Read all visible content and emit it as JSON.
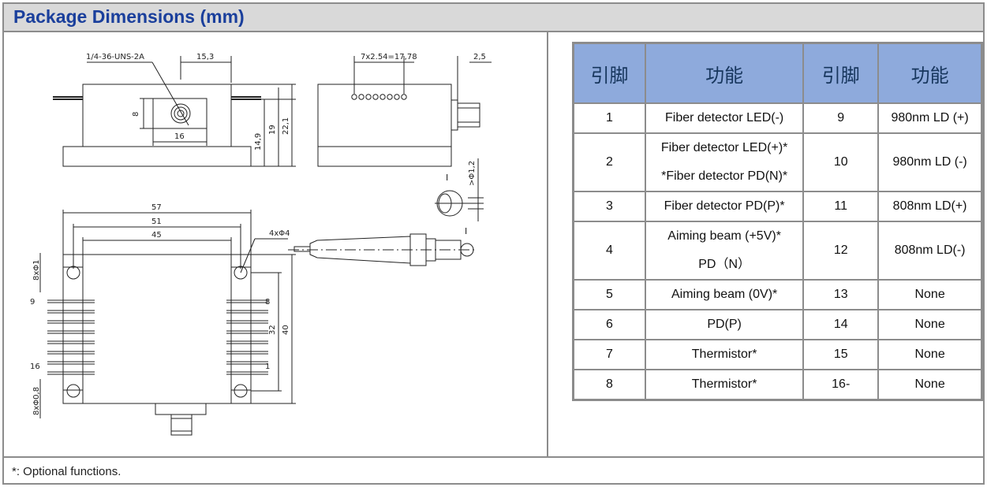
{
  "title": "Package Dimensions (mm)",
  "footnote": "*: Optional functions.",
  "table": {
    "headers": [
      "引脚",
      "功能",
      "引脚",
      "功能"
    ],
    "rows": [
      {
        "pin_a": "1",
        "func_a": "Fiber detector LED(-)",
        "pin_b": "9",
        "func_b": "980nm LD (+)"
      },
      {
        "pin_a": "2",
        "func_a": "Fiber detector LED(+)*",
        "func_a2": "*Fiber detector PD(N)*",
        "pin_b": "10",
        "func_b": "980nm LD (-)"
      },
      {
        "pin_a": "3",
        "func_a": "Fiber detector PD(P)*",
        "pin_b": "11",
        "func_b": "808nm LD(+)"
      },
      {
        "pin_a": "4",
        "func_a": "Aiming beam (+5V)*",
        "func_a2": "PD（N）",
        "pin_b": "12",
        "func_b": "808nm LD(-)"
      },
      {
        "pin_a": "5",
        "func_a": "Aiming beam (0V)*",
        "pin_b": "13",
        "func_b": "None"
      },
      {
        "pin_a": "6",
        "func_a": "PD(P)",
        "pin_b": "14",
        "func_b": "None"
      },
      {
        "pin_a": "7",
        "func_a": "Thermistor*",
        "pin_b": "15",
        "func_b": "None"
      },
      {
        "pin_a": "8",
        "func_a": "Thermistor*",
        "pin_b": "16-",
        "func_b": "None"
      }
    ]
  },
  "drawing": {
    "thread_label": "1/4-36-UNS-2A",
    "dim_15_3": "15,3",
    "dim_8": "8",
    "dim_16": "16",
    "dim_14_9": "14,9",
    "dim_19": "19",
    "dim_22_1": "22,1",
    "pitch_label": "7x2.54=17,78",
    "dim_2_5": "2,5",
    "dim_phi1_2": ">Φ1,2",
    "section_mark": "I",
    "dim_57": "57",
    "dim_51": "51",
    "dim_45": "45",
    "hole_label": "4xΦ4",
    "dim_32": "32",
    "dim_40": "40",
    "pin_9": "9",
    "pin_8": "8",
    "pin_16": "16",
    "pin_1": "1",
    "pin_dia_top": "8xΦ1",
    "pin_dia_bottom": "8xΦ0,8"
  }
}
